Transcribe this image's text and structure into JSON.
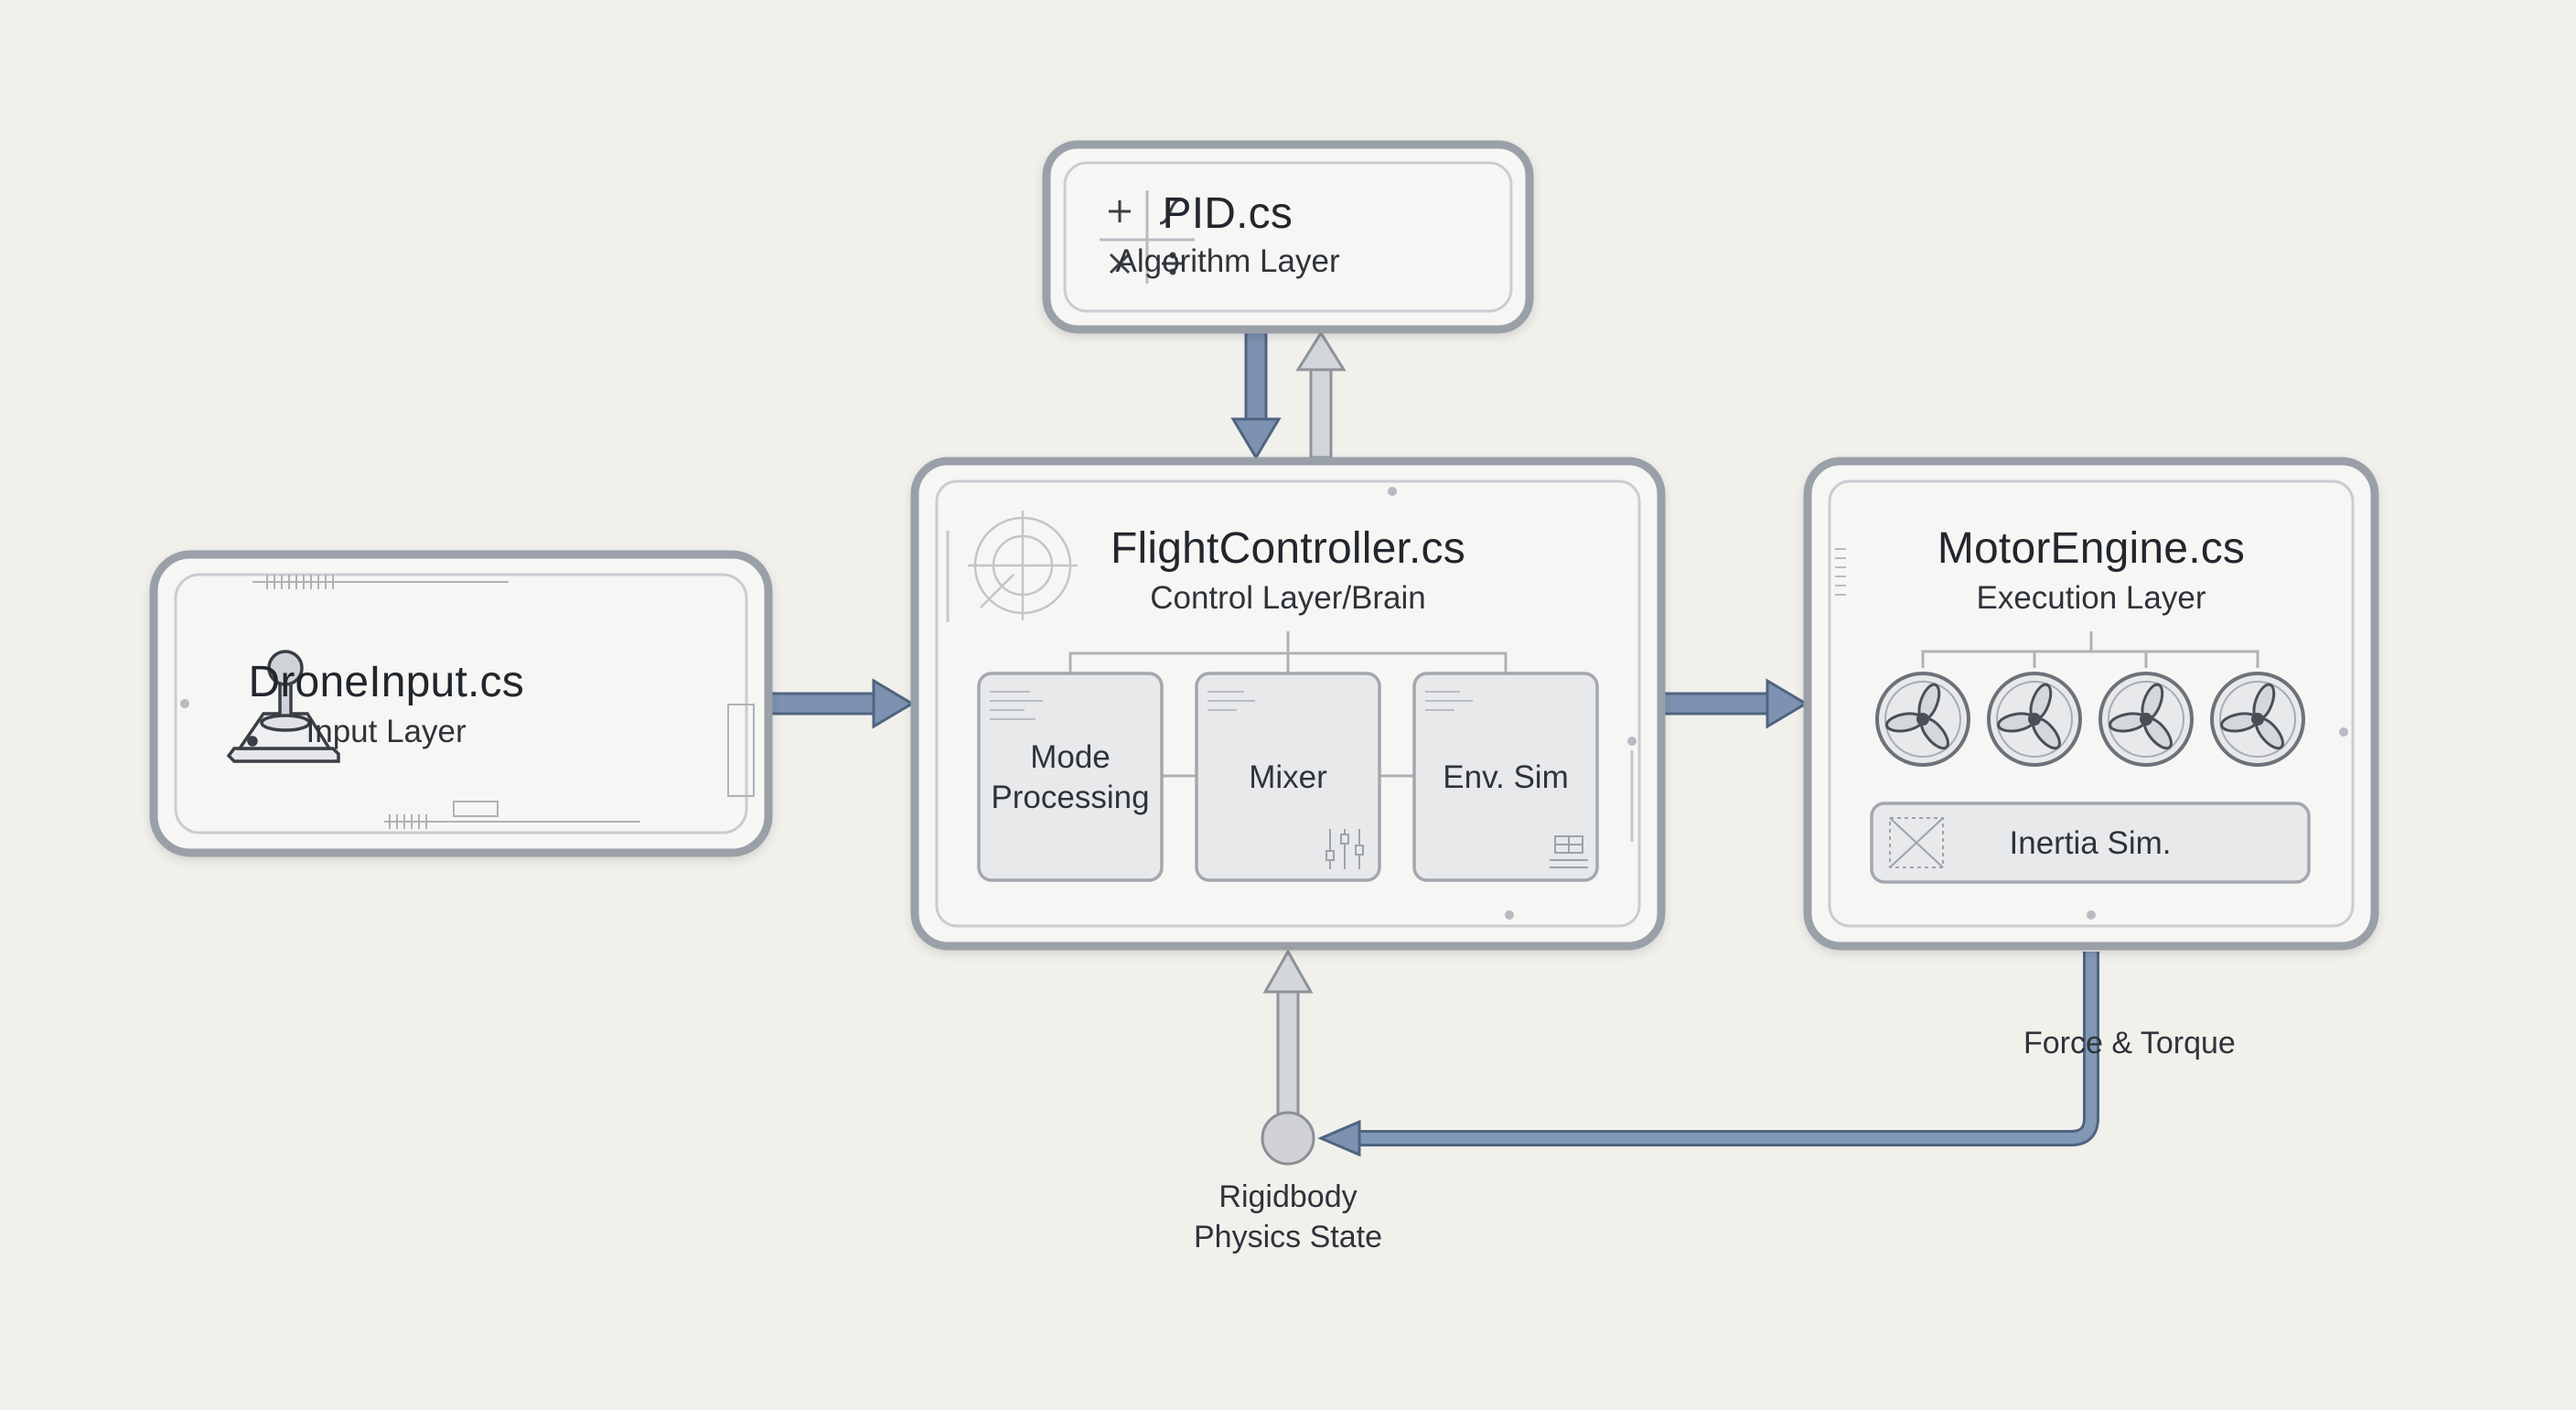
{
  "diagram": {
    "pid": {
      "title": "PID.cs",
      "subtitle": "Algorithm Layer",
      "icon": "math-operators-icon"
    },
    "input": {
      "title": "DroneInput.cs",
      "subtitle": "Input Layer",
      "icon": "joystick-icon"
    },
    "flight": {
      "title": "FlightController.cs",
      "subtitle": "Control Layer/Brain",
      "icon": "crosshair-target-icon",
      "modules": [
        {
          "label": "Mode Processing",
          "icon": "document-lines-icon"
        },
        {
          "label": "Mixer",
          "icon": "sliders-icon"
        },
        {
          "label": "Env. Sim",
          "icon": "grid-icon"
        }
      ]
    },
    "motor": {
      "title": "MotorEngine.cs",
      "subtitle": "Execution Layer",
      "propeller_count": 4,
      "inertia_label": "Inertia Sim."
    },
    "physics": {
      "label_line1": "Rigidbody",
      "label_line2": "Physics State"
    },
    "force_label": "Force & Torque",
    "colors": {
      "background": "#f1f0eb",
      "box_border": "#9da2aa",
      "box_fill": "#f6f6f4",
      "arrow_blue": "#6e86a6",
      "arrow_grey": "#c3c7cd"
    }
  }
}
